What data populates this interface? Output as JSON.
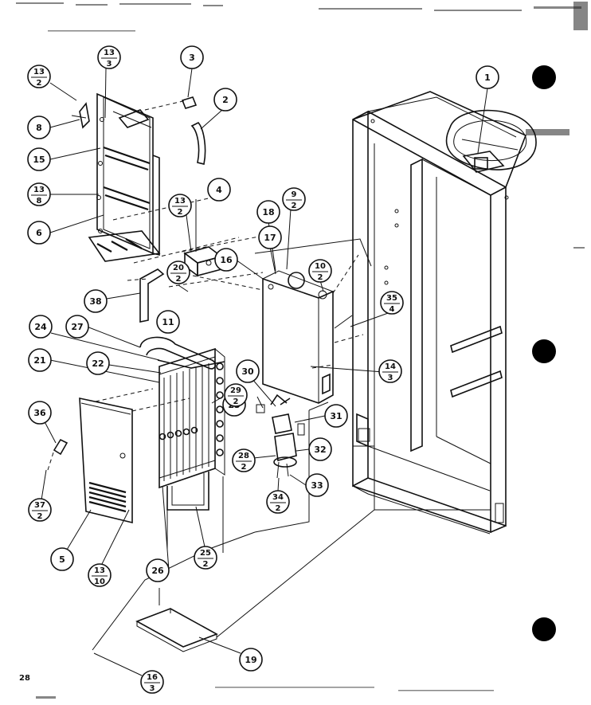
{
  "page": {
    "page_number": "28"
  },
  "callouts": [
    {
      "id": "c1",
      "num": "1",
      "den": ""
    },
    {
      "id": "c2",
      "num": "2",
      "den": ""
    },
    {
      "id": "c3",
      "num": "3",
      "den": ""
    },
    {
      "id": "c4",
      "num": "4",
      "den": ""
    },
    {
      "id": "c5",
      "num": "5",
      "den": ""
    },
    {
      "id": "c6",
      "num": "6",
      "den": ""
    },
    {
      "id": "c8",
      "num": "8",
      "den": ""
    },
    {
      "id": "c11",
      "num": "11",
      "den": ""
    },
    {
      "id": "c13-3-top",
      "num": "13",
      "den": "3"
    },
    {
      "id": "c13-2-left",
      "num": "13",
      "den": "2"
    },
    {
      "id": "c15",
      "num": "15",
      "den": ""
    },
    {
      "id": "c13-8",
      "num": "13",
      "den": "8"
    },
    {
      "id": "c13-2-mid",
      "num": "13",
      "den": "2"
    },
    {
      "id": "c38",
      "num": "38",
      "den": ""
    },
    {
      "id": "c20-2",
      "num": "20",
      "den": "2"
    },
    {
      "id": "c18",
      "num": "18",
      "den": ""
    },
    {
      "id": "c9-2",
      "num": "9",
      "den": "2"
    },
    {
      "id": "c17",
      "num": "17",
      "den": ""
    },
    {
      "id": "c16",
      "num": "16",
      "den": ""
    },
    {
      "id": "c10-2",
      "num": "10",
      "den": "2"
    },
    {
      "id": "c35-4",
      "num": "35",
      "den": "4"
    },
    {
      "id": "c14-3",
      "num": "14",
      "den": "3"
    },
    {
      "id": "c24",
      "num": "24",
      "den": ""
    },
    {
      "id": "c27",
      "num": "27",
      "den": ""
    },
    {
      "id": "c21",
      "num": "21",
      "den": ""
    },
    {
      "id": "c22",
      "num": "22",
      "den": ""
    },
    {
      "id": "c23",
      "num": "23",
      "den": ""
    },
    {
      "id": "c30",
      "num": "30",
      "den": ""
    },
    {
      "id": "c29-2",
      "num": "29",
      "den": "2"
    },
    {
      "id": "c31",
      "num": "31",
      "den": ""
    },
    {
      "id": "c28-2",
      "num": "28",
      "den": "2"
    },
    {
      "id": "c32",
      "num": "32",
      "den": ""
    },
    {
      "id": "c33",
      "num": "33",
      "den": ""
    },
    {
      "id": "c34-2",
      "num": "34",
      "den": "2"
    },
    {
      "id": "c36",
      "num": "36",
      "den": ""
    },
    {
      "id": "c37-2",
      "num": "37",
      "den": "2"
    },
    {
      "id": "c25-2",
      "num": "25",
      "den": "2"
    },
    {
      "id": "c26",
      "num": "26",
      "den": ""
    },
    {
      "id": "c13-10",
      "num": "13",
      "den": "10"
    },
    {
      "id": "c19",
      "num": "19",
      "den": ""
    },
    {
      "id": "c16-3",
      "num": "16",
      "den": "3"
    }
  ]
}
